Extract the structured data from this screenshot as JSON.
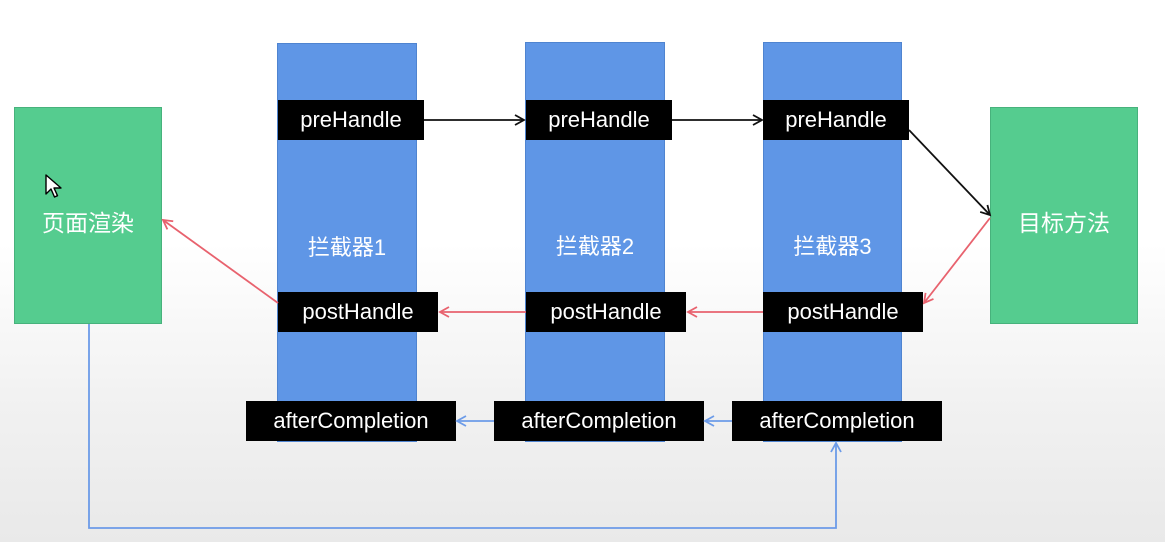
{
  "render_box": "页面渲染",
  "target_box": "目标方法",
  "interceptors": [
    {
      "name": "拦截器1",
      "pre": "preHandle",
      "post": "postHandle",
      "after": "afterCompletion"
    },
    {
      "name": "拦截器2",
      "pre": "preHandle",
      "post": "postHandle",
      "after": "afterCompletion"
    },
    {
      "name": "拦截器3",
      "pre": "preHandle",
      "post": "postHandle",
      "after": "afterCompletion"
    }
  ],
  "colors": {
    "box_green": "#55cc8f",
    "box_blue": "#5f96e6",
    "arrow_black": "#111111",
    "arrow_red": "#e8626e",
    "arrow_blue": "#6c9be8"
  }
}
